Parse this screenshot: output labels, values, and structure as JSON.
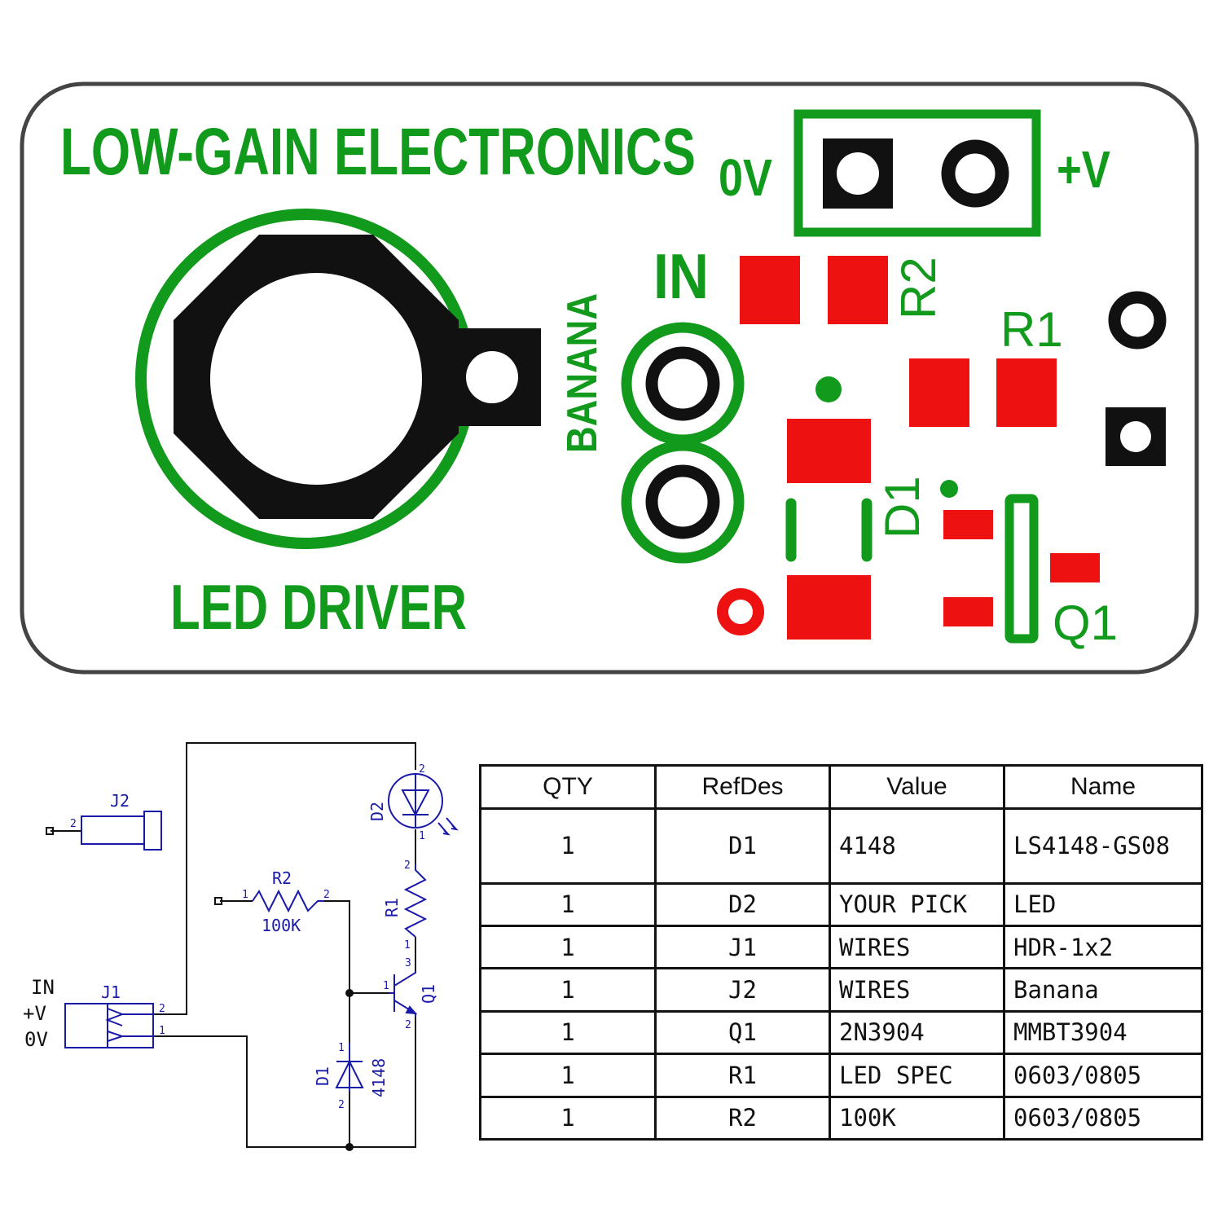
{
  "pcb": {
    "brand": "LOW-GAIN ELECTRONICS",
    "product": "LED DRIVER",
    "banana_label": "BANANA",
    "in_label": "IN",
    "zero_v_label": "0V",
    "plus_v_label": "+V",
    "refdes": {
      "r2": "R2",
      "r1": "R1",
      "d1": "D1",
      "q1": "Q1"
    }
  },
  "schematic": {
    "j2": {
      "ref": "J2",
      "pin": "2"
    },
    "j1": {
      "ref": "J1",
      "pin_top": "2",
      "pin_bottom": "1"
    },
    "net_labels": {
      "in": "IN",
      "plus_v": "+V",
      "zero_v": "0V"
    },
    "r2": {
      "ref": "R2",
      "value": "100K",
      "pin1": "1",
      "pin2": "2"
    },
    "r1": {
      "ref": "R1",
      "pin_top": "2",
      "pin_bottom": "1"
    },
    "d2": {
      "ref": "D2",
      "pin_top": "2",
      "pin_bottom": "1"
    },
    "q1": {
      "ref": "Q1",
      "pin_c": "3",
      "pin_b": "1",
      "pin_e": "2"
    },
    "d1": {
      "ref": "D1",
      "value": "4148",
      "pin_top": "1",
      "pin_bottom": "2"
    }
  },
  "bom": {
    "headers": [
      "QTY",
      "RefDes",
      "Value",
      "Name"
    ],
    "rows": [
      [
        "1",
        "D1",
        "4148",
        "LS4148-GS08"
      ],
      [
        "1",
        "D2",
        "YOUR PICK",
        "LED"
      ],
      [
        "1",
        "J1",
        "WIRES",
        "HDR-1x2"
      ],
      [
        "1",
        "J2",
        "WIRES",
        "Banana"
      ],
      [
        "1",
        "Q1",
        "2N3904",
        "MMBT3904"
      ],
      [
        "1",
        "R1",
        "LED SPEC",
        "0603/0805"
      ],
      [
        "1",
        "R2",
        "100K",
        "0603/0805"
      ]
    ]
  },
  "colors": {
    "silkscreen": "#119a1b",
    "pad": "#ee1111",
    "copper": "#111111",
    "schematic": "#1a1aa8"
  }
}
